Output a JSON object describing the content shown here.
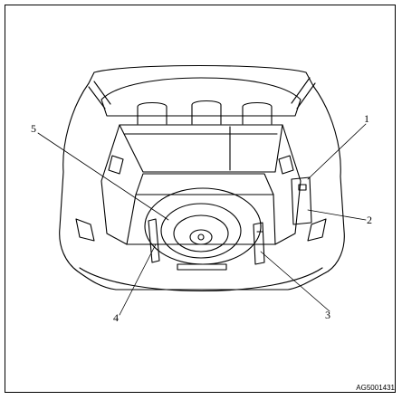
{
  "callouts": [
    {
      "id": "c1",
      "label": "1"
    },
    {
      "id": "c2",
      "label": "2"
    },
    {
      "id": "c3",
      "label": "3"
    },
    {
      "id": "c4",
      "label": "4"
    },
    {
      "id": "c5",
      "label": "5"
    }
  ],
  "reference_code": "AG5001431",
  "colors": {
    "line": "#000000",
    "background": "#ffffff"
  }
}
